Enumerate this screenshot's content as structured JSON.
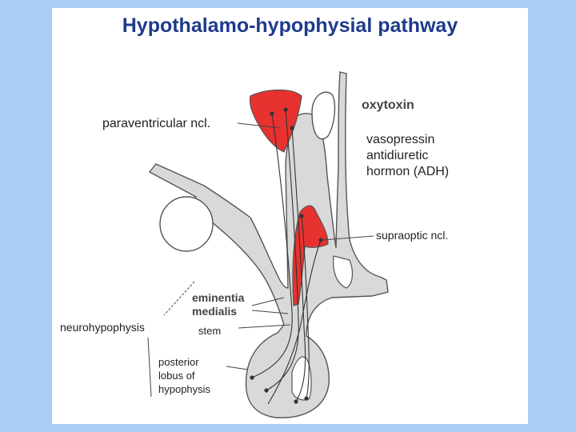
{
  "title": "Hypothalamo-hypophysial pathway",
  "labels": {
    "paraventricular": "paraventricular ncl.",
    "oxytoxin": "oxytoxin",
    "vasopressin": [
      "vasopressin",
      "antidiuretic",
      "hormon (ADH)"
    ],
    "supraoptic": "supraoptic ncl.",
    "eminentia": [
      "eminentia",
      "medialis"
    ],
    "neurohypophysis": "neurohypophysis",
    "stem": "stem",
    "posterior": [
      "posterior",
      "lobus of",
      "hypophysis"
    ]
  },
  "colors": {
    "nucleus": "#e8322f",
    "tissue": "#d9d9d9",
    "outline": "#555555",
    "title": "#1f3a8c",
    "background": "#a9cdf5"
  }
}
